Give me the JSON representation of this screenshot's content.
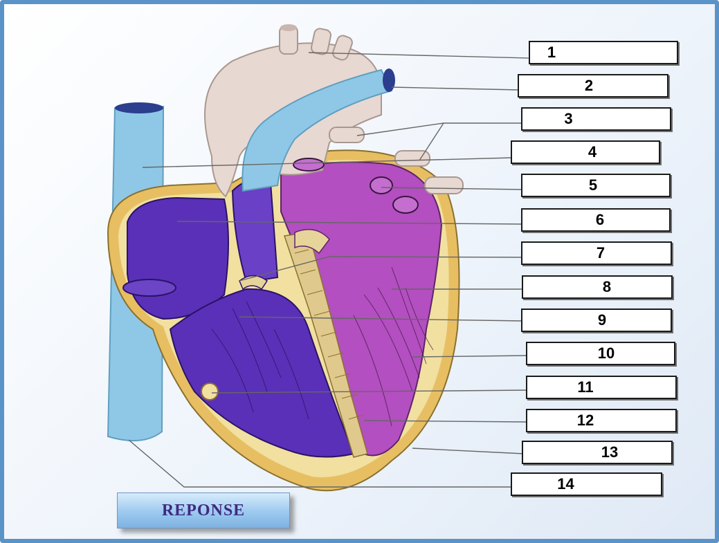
{
  "labels": [
    "1",
    "2",
    "3",
    "4",
    "5",
    "6",
    "7",
    "8",
    "9",
    "10",
    "11",
    "12",
    "13",
    "14"
  ],
  "answer_button": {
    "label": "REPONSE"
  },
  "colors": {
    "frame_border": "#5a93c8",
    "right_heart_blood": "#5a30b8",
    "left_heart_blood": "#b34fc0",
    "aorta": "#e8d8d2",
    "vena_cava": "#8fc8e6",
    "myocardium_outer": "#e7bf62",
    "myocardium_inner": "#f1e0a0"
  }
}
